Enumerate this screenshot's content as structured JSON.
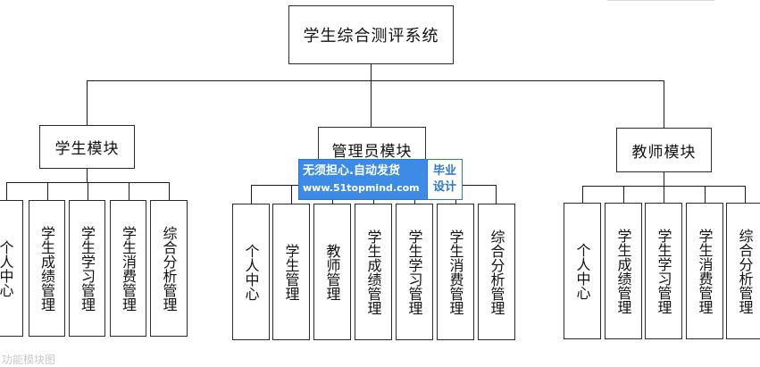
{
  "diagram": {
    "root": "学生综合测评系统",
    "modules": [
      {
        "title": "学生模块",
        "children": [
          "个人中心",
          "学生成绩管理",
          "学生学习管理",
          "学生消费管理",
          "综合分析管理"
        ]
      },
      {
        "title": "管理员模块",
        "children": [
          "个人中心",
          "学生管理",
          "教师管理",
          "学生成绩管理",
          "学生学习管理",
          "学生消费管理",
          "综合分析管理"
        ]
      },
      {
        "title": "教师模块",
        "children": [
          "个人中心",
          "学生成绩管理",
          "学生学习管理",
          "学生消费管理",
          "综合分析管理"
        ]
      }
    ]
  },
  "watermark": {
    "line1": "无须担心.自动发货",
    "line2": "www.51topmind.com",
    "badge_top": "毕业",
    "badge_bottom": "设计"
  },
  "caption": "功能模块图"
}
